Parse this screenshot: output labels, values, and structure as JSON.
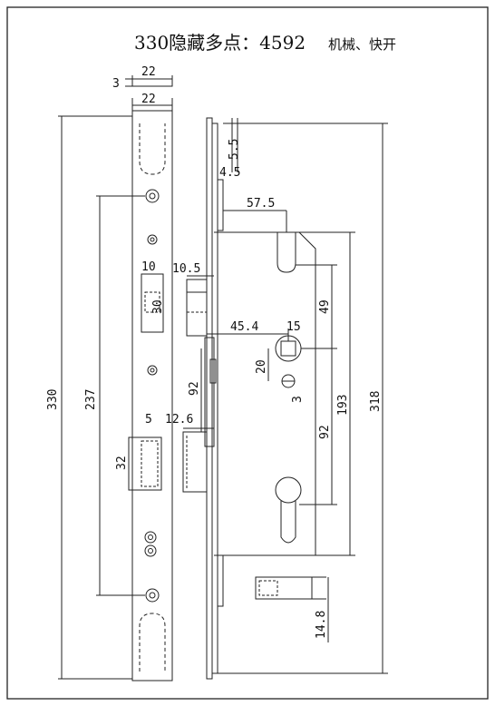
{
  "title": {
    "main": "330隐藏多点：4592",
    "suffix": "机械、快开"
  },
  "dimensions": {
    "bolt_top_width": "22",
    "bolt_top_thickness": "3",
    "faceplate_width": "22",
    "overall_length": "330",
    "screw_span": "237",
    "latch_height": "10",
    "latch_width": "10.5",
    "latch_depth": "30",
    "deadbolt_width": "5",
    "deadbolt_height": "32",
    "deadbolt_offset": "12.6",
    "top_offset": "5.5",
    "flange": "4.5",
    "backset": "57.5",
    "handle_to_follower": "45.4",
    "follower_square": "15",
    "upper_gap": "49",
    "follower_to_screw": "20",
    "screw_small": "3",
    "follower_center": "92",
    "follower_to_cylinder": "92",
    "case_height": "193",
    "body_length": "318",
    "bottom_stub": "14.8"
  }
}
